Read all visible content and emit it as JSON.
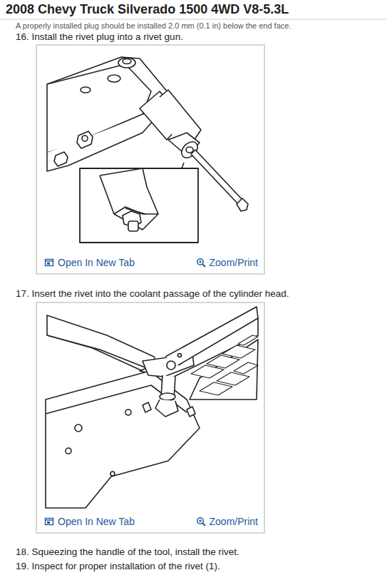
{
  "diagram": {
    "title": "2008 Chevy Truck Silverado 1500 4WD V8-5.3L",
    "nodes": [
      {
        "text": [
          "Open In New Tab",
          "Zoom/Print"
        ]
      },
      {
        "text": [
          "Open In New Tab",
          "Zoom/Print"
        ]
      }
    ],
    "labels": [
      "A properly installed plug should be installed 2.0 mm (0.1 in) below the end face.",
      "16. Install the rivet plug into a rivet gun.",
      "17. Insert the rivet into the coolant passage of the cylinder head.",
      "18. Squeezing the handle of the tool, install the rivet.",
      "19. Inspect for proper installation of the rivet (1)."
    ]
  }
}
